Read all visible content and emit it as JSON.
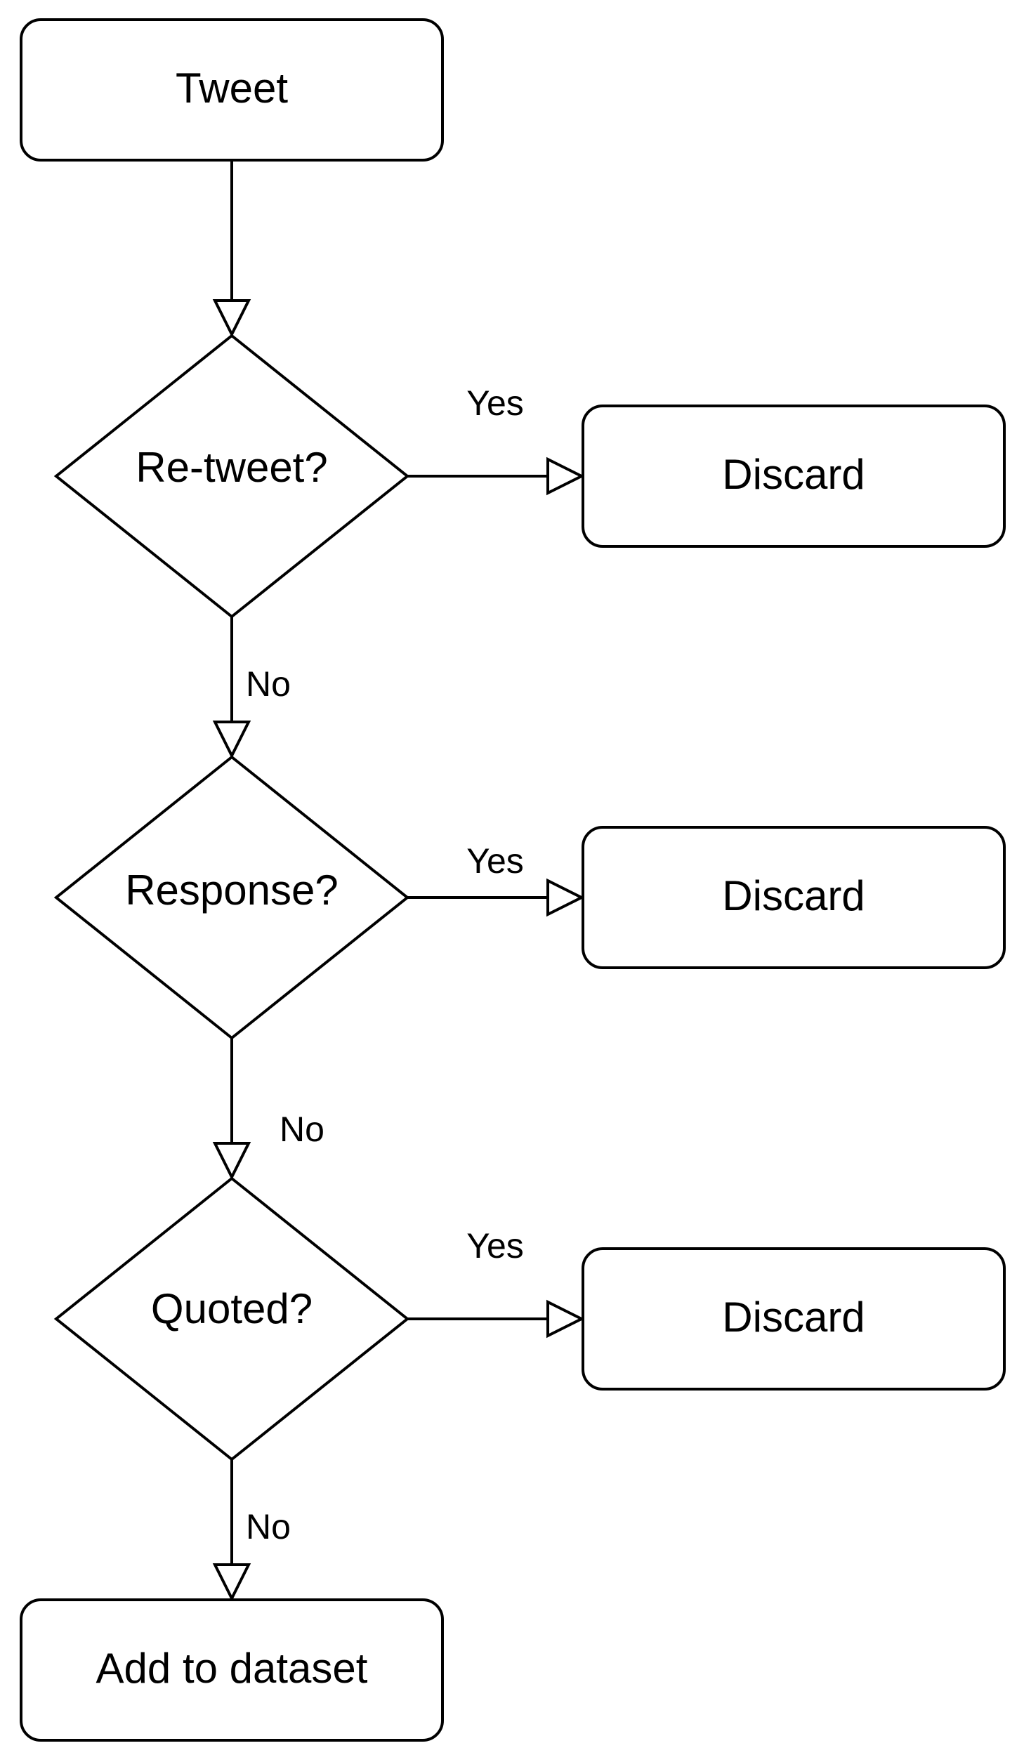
{
  "nodes": {
    "start": "Tweet",
    "q1": "Re-tweet?",
    "q2": "Response?",
    "q3": "Quoted?",
    "discard1": "Discard",
    "discard2": "Discard",
    "discard3": "Discard",
    "end": "Add to dataset"
  },
  "edges": {
    "q1_yes": "Yes",
    "q1_no": "No",
    "q2_yes": "Yes",
    "q2_no": "No",
    "q3_yes": "Yes",
    "q3_no": "No"
  }
}
